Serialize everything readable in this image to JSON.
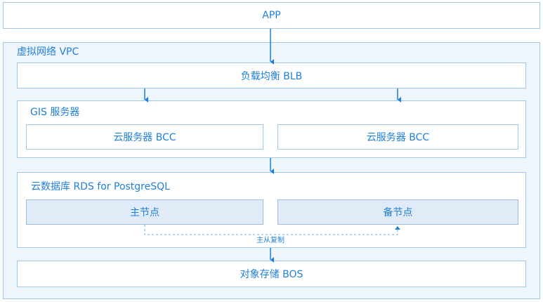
{
  "app": {
    "label": "APP"
  },
  "vpc": {
    "label": "虚拟网络 VPC"
  },
  "blb": {
    "label": "负载均衡  BLB"
  },
  "gis": {
    "label": "GIS 服务器",
    "servers": [
      "云服务器 BCC",
      "云服务器 BCC"
    ]
  },
  "rds": {
    "label": "云数据库 RDS for PostgreSQL",
    "primary": "主节点",
    "standby": "备节点",
    "replication": "主从复制"
  },
  "bos": {
    "label": "对象存储 BOS"
  },
  "colors": {
    "text": "#1f7fd9",
    "border": "#9cc8ef",
    "vpc_bg": "#eef5fc",
    "node_bg": "#e1ebf7",
    "arrow": "#1f7fd9"
  }
}
